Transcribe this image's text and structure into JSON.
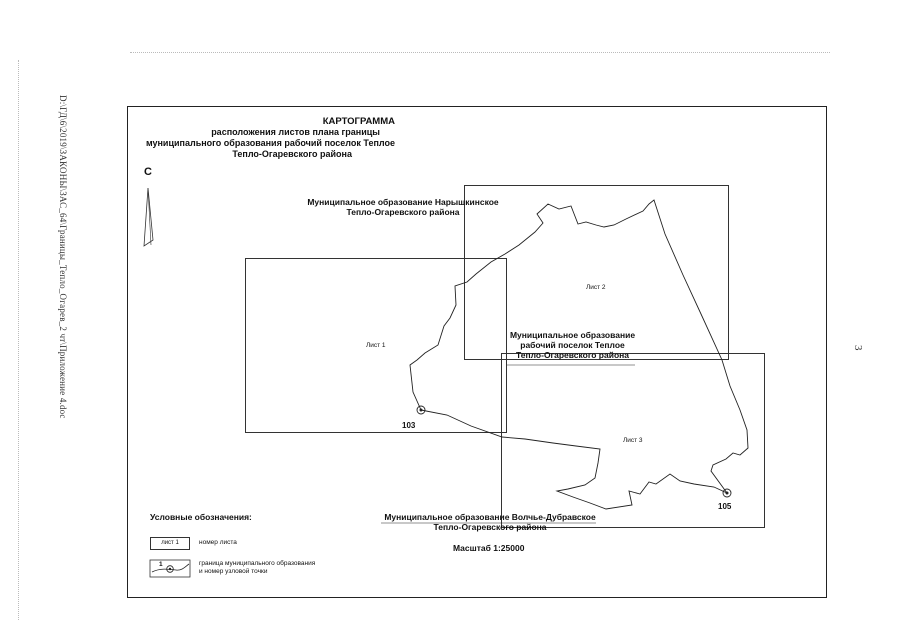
{
  "side_text": "D:\\ГД\\6\\2019\\ЗАКОНЫ\\ЗАС_64\\Границы_Тепло_Огарев_2 чт\\Приложение 4.doc",
  "page_number": "3",
  "title": {
    "line1": "КАРТОГРАММА",
    "line2": "расположения листов плана границы",
    "line3": "муниципального образования рабочий поселок Теплое",
    "line4": "Тепло-Огаревского района"
  },
  "north_letter": "С",
  "region_labels": {
    "naryshkinskoe_1": "Муниципальное образование Нарышкинское",
    "naryshkinskoe_2": "Тепло-Огаревского района",
    "teploe_1": "Муниципальное образование",
    "teploe_2": "рабочий поселок Теплое",
    "teploe_3": "Тепло-Огаревского района",
    "volchye_1": "Муниципальное образование Волчье-Дубравское",
    "volchye_2": "Тепло-Огаревского района"
  },
  "sheets": {
    "sheet1": "Лист 1",
    "sheet2": "Лист 2",
    "sheet3": "Лист 3"
  },
  "nodes": {
    "node1": "103",
    "node2": "105"
  },
  "legend": {
    "title": "Условные обозначения:",
    "box_label": "лист 1",
    "box_desc": "номер листа",
    "boundary_num": "1",
    "boundary_desc_1": "граница муниципального образования",
    "boundary_desc_2": "и номер узловой точки"
  },
  "scale": "Масштаб 1:25000"
}
